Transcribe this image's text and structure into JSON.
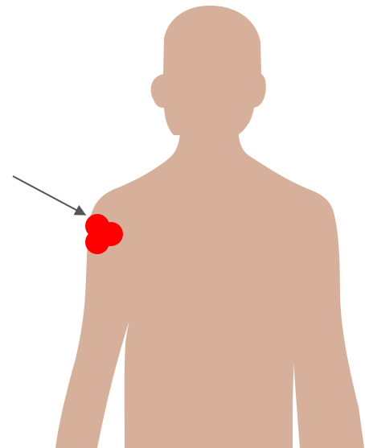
{
  "figure": {
    "background": "#ffffff",
    "skin_color": "#d6b09a",
    "marker_color": "#ff0000",
    "arrow_color": "#555555",
    "silhouette_icon": "human-torso-front-silhouette",
    "marker_icon": "pain-spot-cluster",
    "pointer_icon": "arrow-pointer"
  }
}
